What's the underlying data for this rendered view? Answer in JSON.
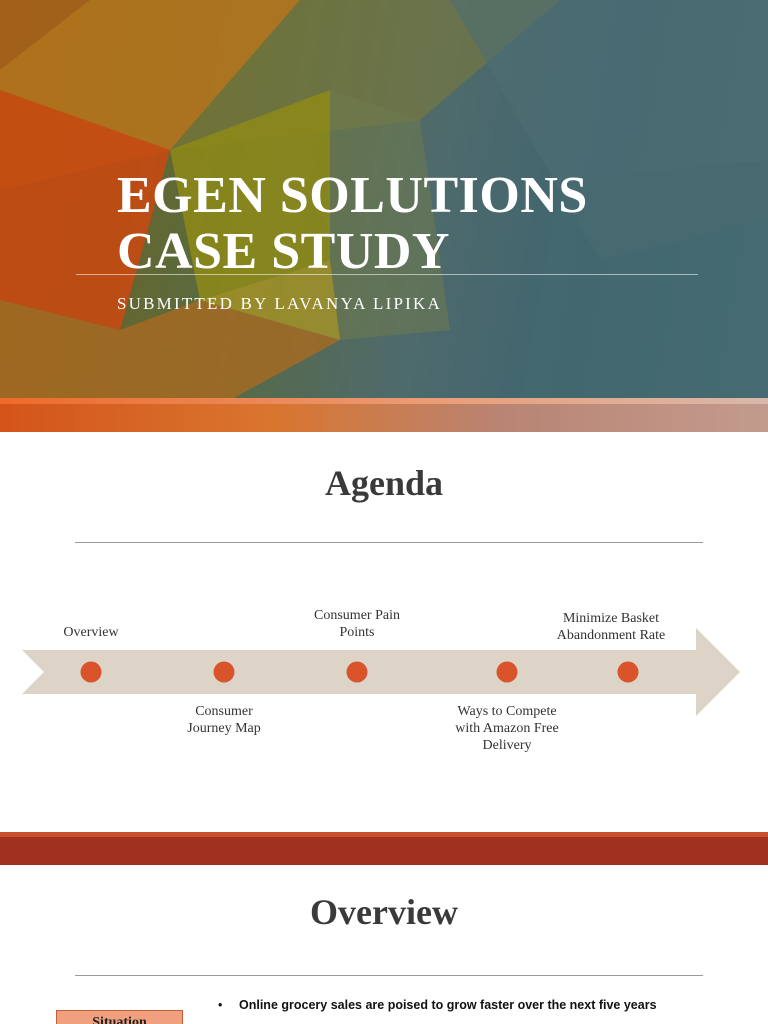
{
  "slide1": {
    "title_line1": "EGEN SOLUTIONS",
    "title_line2": "CASE STUDY",
    "subtitle": "SUBMITTED BY LAVANYA LIPIKA"
  },
  "slide2": {
    "heading": "Agenda",
    "items": [
      {
        "line1": "Overview",
        "line2": "",
        "line3": ""
      },
      {
        "line1": "Consumer",
        "line2": "Journey Map",
        "line3": ""
      },
      {
        "line1": "Consumer Pain",
        "line2": "Points",
        "line3": ""
      },
      {
        "line1": "Ways to Compete",
        "line2": "with Amazon Free",
        "line3": "Delivery"
      },
      {
        "line1": "Minimize Basket",
        "line2": "Abandonment Rate",
        "line3": ""
      }
    ]
  },
  "slide3": {
    "heading": "Overview",
    "situation_label": "Situation",
    "bullets": [
      "Online grocery sales are poised to grow faster over the next five years"
    ]
  },
  "colors": {
    "accent_orange": "#d9532b",
    "arrow_fill": "#ddd3c6",
    "divider_red": "#a03020"
  }
}
